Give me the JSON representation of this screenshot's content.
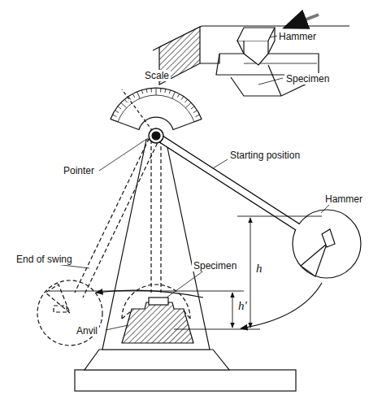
{
  "diagram": {
    "labels": [
      "Hammer",
      "Specimen",
      "Scale",
      "Pointer",
      "Starting position",
      "Hammer",
      "End of swing",
      "Specimen",
      "h",
      "h'",
      "Anvil"
    ]
  }
}
